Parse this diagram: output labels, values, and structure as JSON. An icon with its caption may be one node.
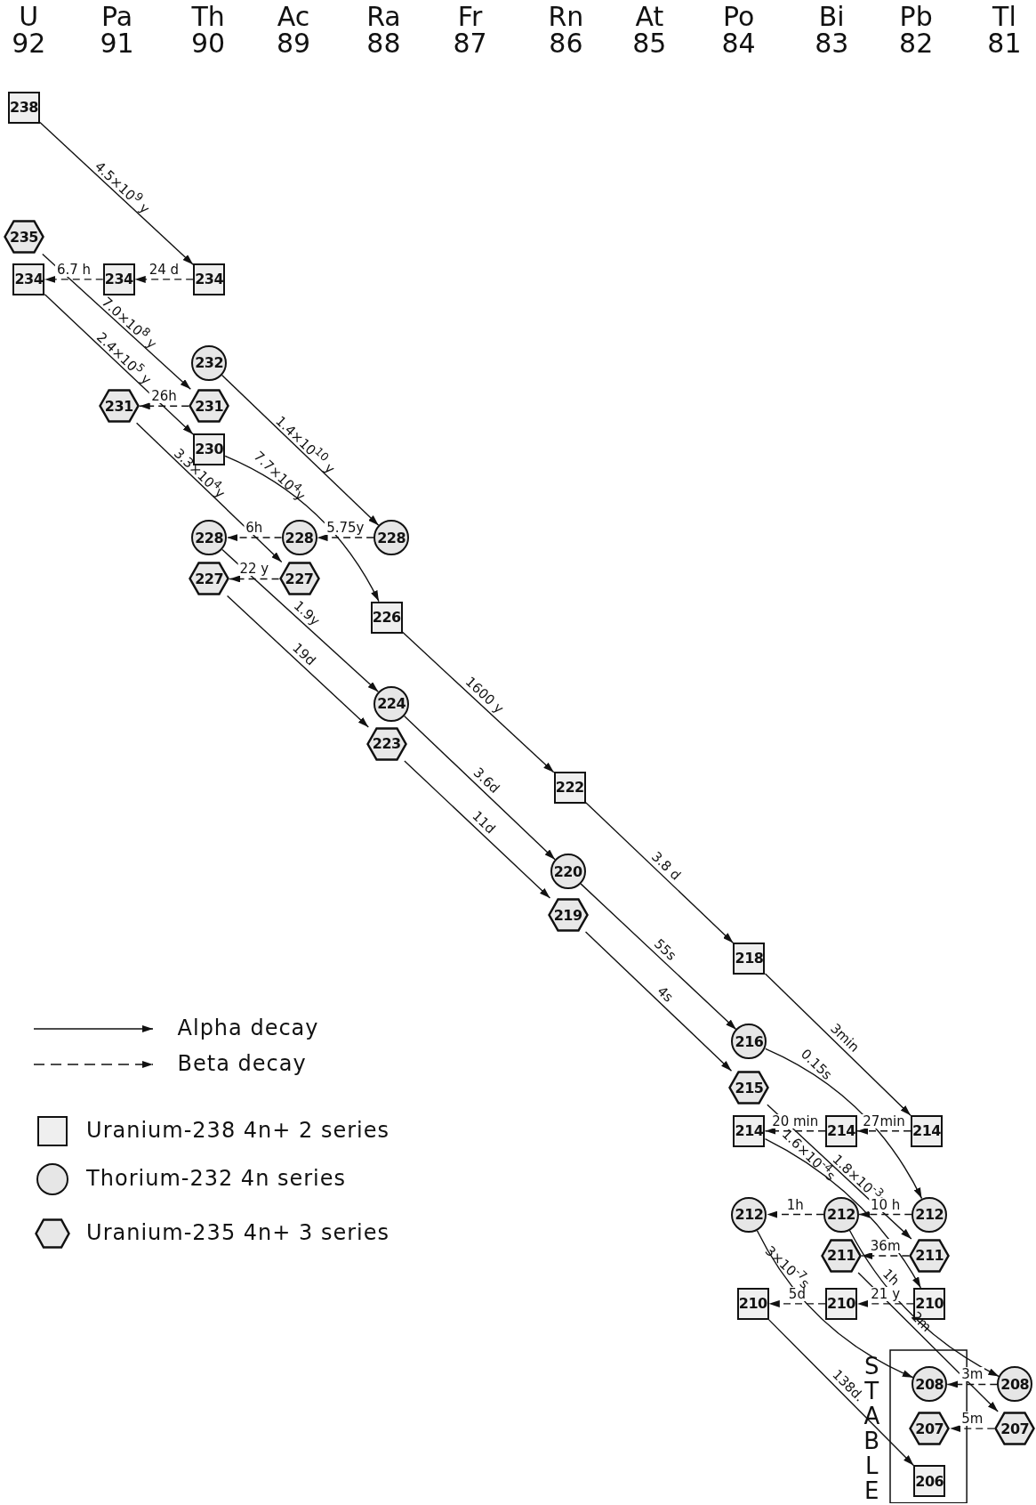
{
  "diagram": {
    "nodes": [
      {
        "text": [
          "238"
        ]
      },
      {
        "text": [
          "235"
        ]
      },
      {
        "text": [
          "234"
        ]
      },
      {
        "text": [
          "234"
        ]
      },
      {
        "text": [
          "234"
        ]
      },
      {
        "text": [
          "232"
        ]
      },
      {
        "text": [
          "231"
        ]
      },
      {
        "text": [
          "231"
        ]
      },
      {
        "text": [
          "230"
        ]
      },
      {
        "text": [
          "228"
        ]
      },
      {
        "text": [
          "228"
        ]
      },
      {
        "text": [
          "228"
        ]
      },
      {
        "text": [
          "227"
        ]
      },
      {
        "text": [
          "227"
        ]
      },
      {
        "text": [
          "226"
        ]
      },
      {
        "text": [
          "224"
        ]
      },
      {
        "text": [
          "223"
        ]
      },
      {
        "text": [
          "222"
        ]
      },
      {
        "text": [
          "220"
        ]
      },
      {
        "text": [
          "219"
        ]
      },
      {
        "text": [
          "218"
        ]
      },
      {
        "text": [
          "216"
        ]
      },
      {
        "text": [
          "215"
        ]
      },
      {
        "text": [
          "214"
        ]
      },
      {
        "text": [
          "214"
        ]
      },
      {
        "text": [
          "214"
        ]
      },
      {
        "text": [
          "212"
        ]
      },
      {
        "text": [
          "212"
        ]
      },
      {
        "text": [
          "212"
        ]
      },
      {
        "text": [
          "211"
        ]
      },
      {
        "text": [
          "211"
        ]
      },
      {
        "text": [
          "210"
        ]
      },
      {
        "text": [
          "210"
        ]
      },
      {
        "text": [
          "210"
        ]
      },
      {
        "text": [
          "STABLE"
        ]
      },
      {
        "text": [
          "208"
        ],
        "in": 34
      },
      {
        "text": [
          "208"
        ]
      },
      {
        "text": [
          "207"
        ],
        "in": 34
      },
      {
        "text": [
          "207"
        ]
      },
      {
        "text": [
          "206"
        ],
        "in": 34
      }
    ],
    "edges": [
      {
        "from": 0,
        "to": 4,
        "arrow": "to",
        "label": "4.5×10$^{9}$ y"
      },
      {
        "from": 4,
        "to": 3,
        "arrow": "to",
        "style": "dashed",
        "label": "24 d"
      },
      {
        "from": 3,
        "to": 2,
        "arrow": "to",
        "style": "dashed",
        "label": "6.7 h"
      },
      {
        "from": 1,
        "to": 7,
        "arrow": "to",
        "label": "7.0×10$^{8}$ y"
      },
      {
        "from": 2,
        "to": 8,
        "arrow": "to",
        "label": "2.4×10$^{5}$ y"
      },
      {
        "from": 7,
        "to": 6,
        "arrow": "to",
        "style": "dashed",
        "label": "26h"
      },
      {
        "from": 5,
        "to": 11,
        "arrow": "to",
        "label": "1.4×10$^{10}$ y"
      },
      {
        "from": 8,
        "to": 14,
        "arrow": "to",
        "label": "7.7×10$^{4}$y"
      },
      {
        "from": 6,
        "to": 13,
        "arrow": "to",
        "label": "3.3×10$^{4}$y"
      },
      {
        "from": 11,
        "to": 10,
        "arrow": "to",
        "style": "dashed",
        "label": "5.75y"
      },
      {
        "from": 10,
        "to": 9,
        "arrow": "to",
        "style": "dashed",
        "label": "6h"
      },
      {
        "from": 13,
        "to": 12,
        "arrow": "to",
        "style": "dashed",
        "label": "22 y"
      },
      {
        "from": 9,
        "to": 15,
        "arrow": "to",
        "label": "1.9y"
      },
      {
        "from": 12,
        "to": 16,
        "arrow": "to",
        "label": "19d"
      },
      {
        "from": 14,
        "to": 17,
        "arrow": "to",
        "label": "1600 y"
      },
      {
        "from": 15,
        "to": 18,
        "arrow": "to",
        "label": "3.6d"
      },
      {
        "from": 16,
        "to": 19,
        "arrow": "to",
        "label": "11d"
      },
      {
        "from": 17,
        "to": 20,
        "arrow": "to",
        "label": "3.8 d"
      },
      {
        "from": 18,
        "to": 21,
        "arrow": "to",
        "label": "55s"
      },
      {
        "from": 19,
        "to": 22,
        "arrow": "to",
        "label": "4s"
      },
      {
        "from": 20,
        "to": 25,
        "arrow": "to",
        "label": "3min"
      },
      {
        "from": 21,
        "to": 28,
        "arrow": "to",
        "label": "0.15s"
      },
      {
        "from": 25,
        "to": 24,
        "arrow": "to",
        "style": "dashed",
        "label": "27min"
      },
      {
        "from": 24,
        "to": 23,
        "arrow": "to",
        "style": "dashed",
        "label": "20 min"
      },
      {
        "from": 22,
        "to": 30,
        "arrow": "to",
        "label": "1.8×10$^{-3}$s"
      },
      {
        "from": 23,
        "to": 33,
        "arrow": "to",
        "label": "1.6×10$^{-4}$s"
      },
      {
        "from": 28,
        "to": 27,
        "arrow": "to",
        "style": "dashed",
        "label": "10 h"
      },
      {
        "from": 27,
        "to": 26,
        "arrow": "to",
        "style": "dashed",
        "label": "1h"
      },
      {
        "from": 27,
        "to": 36,
        "arrow": "to",
        "label": "1h"
      },
      {
        "from": 30,
        "to": 29,
        "arrow": "to",
        "style": "dashed",
        "label": "36m"
      },
      {
        "from": 29,
        "to": 38,
        "arrow": "to",
        "label": "2m"
      },
      {
        "from": 33,
        "to": 32,
        "arrow": "to",
        "style": "dashed",
        "label": "21 y"
      },
      {
        "from": 32,
        "to": 31,
        "arrow": "to",
        "style": "dashed",
        "label": "5d"
      },
      {
        "from": 26,
        "to": 35,
        "arrow": "to",
        "label": "3×10$^{-7}$s"
      },
      {
        "from": 31,
        "to": 39,
        "arrow": "to",
        "label": "138d."
      },
      {
        "from": 36,
        "to": 35,
        "arrow": "to",
        "style": "dashed",
        "label": "3m"
      },
      {
        "from": 38,
        "to": 37,
        "arrow": "to",
        "style": "dashed",
        "label": "5m"
      }
    ],
    "labels": [
      "U 92",
      "Pa 91",
      "Th 90",
      "Ac 89",
      "Ra 88",
      "Fr 87",
      "Rn 86",
      "At 85",
      "Po 84",
      "Bi 83",
      "Pb 82",
      "Tl 81"
    ],
    "legend": [
      {
        "text": "Alpha decay"
      },
      {
        "text": "Beta decay"
      },
      {
        "text": "Uranium-238 4n+ 2 series"
      },
      {
        "text": "Thorium-232 4n series"
      },
      {
        "text": "Uranium-235 4n+ 3 series"
      }
    ]
  }
}
